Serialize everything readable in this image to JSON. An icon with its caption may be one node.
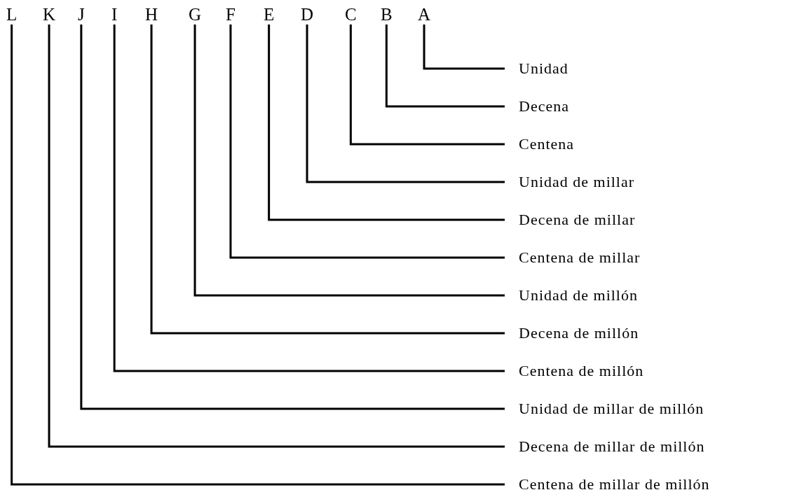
{
  "diagram": {
    "nodes": [
      {
        "text": [
          "L"
        ]
      },
      {
        "text": [
          "K"
        ]
      },
      {
        "text": [
          "J"
        ]
      },
      {
        "text": [
          "I"
        ]
      },
      {
        "text": [
          "H"
        ]
      },
      {
        "text": [
          "G"
        ]
      },
      {
        "text": [
          "F"
        ]
      },
      {
        "text": [
          "E"
        ]
      },
      {
        "text": [
          "D"
        ]
      },
      {
        "text": [
          "C"
        ]
      },
      {
        "text": [
          "B"
        ]
      },
      {
        "text": [
          "A"
        ]
      },
      {
        "text": [
          "Unidad"
        ]
      },
      {
        "text": [
          "Decena"
        ]
      },
      {
        "text": [
          "Centena"
        ]
      },
      {
        "text": [
          "Unidad de millar"
        ]
      },
      {
        "text": [
          "Decena de millar"
        ]
      },
      {
        "text": [
          "Centena de millar"
        ]
      },
      {
        "text": [
          "Unidad de millón"
        ]
      },
      {
        "text": [
          "Decena de millón"
        ]
      },
      {
        "text": [
          "Centena de millón"
        ]
      },
      {
        "text": [
          "Unidad de millar de millón"
        ]
      },
      {
        "text": [
          "Decena de millar de millón"
        ]
      },
      {
        "text": [
          "Centena de millar de millón"
        ]
      }
    ],
    "edges": [
      {
        "from": 11,
        "to": 12,
        "arrow": "none"
      },
      {
        "from": 10,
        "to": 13,
        "arrow": "none"
      },
      {
        "from": 9,
        "to": 14,
        "arrow": "none"
      },
      {
        "from": 8,
        "to": 15,
        "arrow": "none"
      },
      {
        "from": 7,
        "to": 16,
        "arrow": "none"
      },
      {
        "from": 6,
        "to": 17,
        "arrow": "none"
      },
      {
        "from": 5,
        "to": 18,
        "arrow": "none"
      },
      {
        "from": 4,
        "to": 19,
        "arrow": "none"
      },
      {
        "from": 3,
        "to": 20,
        "arrow": "none"
      },
      {
        "from": 2,
        "to": 21,
        "arrow": "none"
      },
      {
        "from": 1,
        "to": 22,
        "arrow": "none"
      },
      {
        "from": 0,
        "to": 23,
        "arrow": "none"
      }
    ]
  }
}
